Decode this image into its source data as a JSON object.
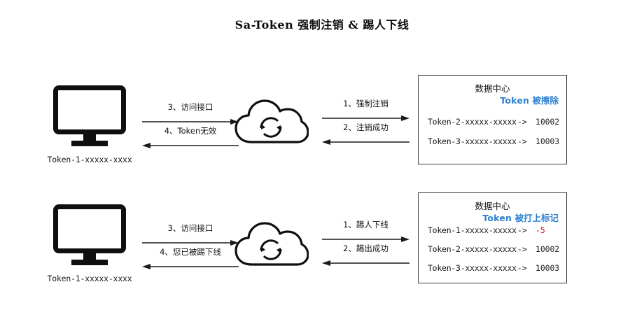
{
  "title": "Sa-Token 强制注销 & 踢人下线",
  "colors": {
    "accent_blue": "#2e80d0",
    "alert_red": "#ee0000",
    "stroke": "#0f0f0f",
    "box_border": "#3a3a3a",
    "background": "#ffffff"
  },
  "flows": [
    {
      "client": {
        "icon": "monitor-icon",
        "label": "Token-1-xxxxx-xxxx"
      },
      "server": {
        "icon": "cloud-sync-icon"
      },
      "client_arrows": [
        {
          "label": "3、访问接口",
          "direction": "right"
        },
        {
          "label": "4、Token无效",
          "direction": "left"
        }
      ],
      "server_arrows": [
        {
          "label": "1、强制注销",
          "direction": "right"
        },
        {
          "label": "2、注销成功",
          "direction": "left"
        }
      ],
      "datacenter": {
        "title": "数据中心",
        "note_en": "Token",
        "note_cn": "被擦除",
        "rows": [
          {
            "key": "Token-2-xxxxx-xxxxx",
            "sep": "->",
            "value": "10002",
            "alert": false
          },
          {
            "key": "Token-3-xxxxx-xxxxx",
            "sep": "->",
            "value": "10003",
            "alert": false
          }
        ]
      }
    },
    {
      "client": {
        "icon": "monitor-icon",
        "label": "Token-1-xxxxx-xxxx"
      },
      "server": {
        "icon": "cloud-sync-icon"
      },
      "client_arrows": [
        {
          "label": "3、访问接口",
          "direction": "right"
        },
        {
          "label": "4、您已被踢下线",
          "direction": "left"
        }
      ],
      "server_arrows": [
        {
          "label": "1、踢人下线",
          "direction": "right"
        },
        {
          "label": "2、踢出成功",
          "direction": "left"
        }
      ],
      "datacenter": {
        "title": "数据中心",
        "note_en": "Token",
        "note_cn": "被打上标记",
        "rows": [
          {
            "key": "Token-1-xxxxx-xxxxx",
            "sep": "->",
            "value": "-5",
            "alert": true
          },
          {
            "key": "Token-2-xxxxx-xxxxx",
            "sep": "->",
            "value": "10002",
            "alert": false
          },
          {
            "key": "Token-3-xxxxx-xxxxx",
            "sep": "->",
            "value": "10003",
            "alert": false
          }
        ]
      }
    }
  ]
}
